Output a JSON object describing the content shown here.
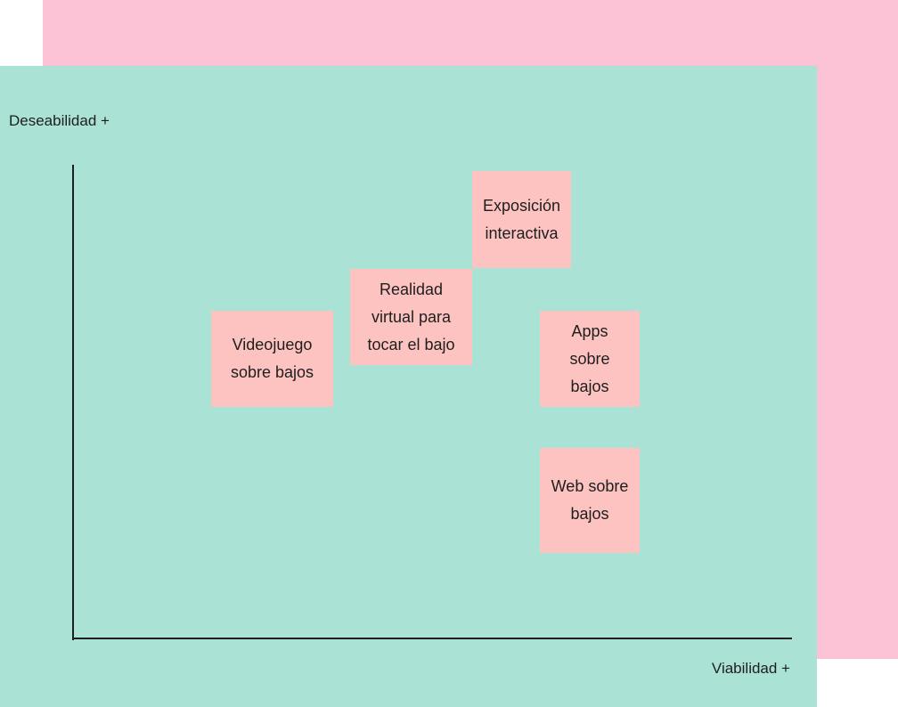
{
  "axes": {
    "y_label": "Deseabilidad +",
    "x_label": "Viabilidad +"
  },
  "notes": {
    "videojuego": {
      "line1": "Videojuego",
      "line2": "sobre bajos"
    },
    "realidad": {
      "line1": "Realidad",
      "line2": "virtual para",
      "line3": "tocar el bajo"
    },
    "exposicion": {
      "line1": "Exposición",
      "line2": "interactiva"
    },
    "apps": {
      "line1": "Apps",
      "line2": "sobre",
      "line3": "bajos"
    },
    "web": {
      "line1": "Web sobre",
      "line2": "bajos"
    }
  },
  "colors": {
    "back_card": "#fbc1d4",
    "front_card": "#abe2d6",
    "sticky_note": "#fcc3c0",
    "axis": "#1e1e1e"
  }
}
